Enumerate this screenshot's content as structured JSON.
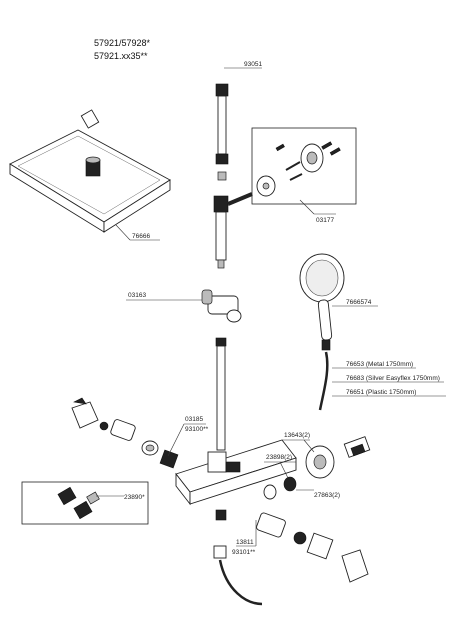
{
  "header": {
    "model_line1": "57921/57928*",
    "model_line2": "57921.xx35**"
  },
  "parts": {
    "arm": "93051",
    "head": "76666",
    "wall_bracket": "03177",
    "slider": "03163",
    "hand_shower": "7666574",
    "hose_metal": "76653 (Metal  1750mm)",
    "hose_silver": "76683 (Silver Easyflex 1750mm)",
    "hose_plastic": "76651 (Plastic 1750mm)",
    "cartridge_left_1": "03185",
    "cartridge_left_2": "93100**",
    "handle_right_1": "13643(2)",
    "washer_1": "23898(2)",
    "washer_2": "27863(2)",
    "boxed_kit": "23890*",
    "cartridge_bottom_1": "13811",
    "cartridge_bottom_2": "93101**"
  }
}
